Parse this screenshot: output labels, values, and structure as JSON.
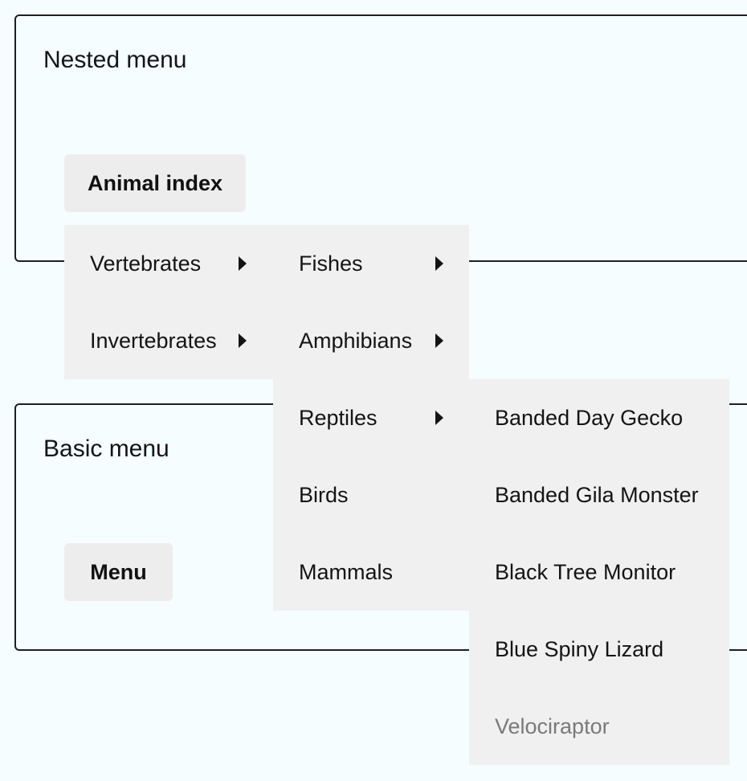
{
  "nested_section": {
    "title": "Nested menu",
    "button_label": "Animal index",
    "level1": [
      {
        "label": "Vertebrates",
        "has_submenu": true
      },
      {
        "label": "Invertebrates",
        "has_submenu": true
      }
    ],
    "level2": [
      {
        "label": "Fishes",
        "has_submenu": true
      },
      {
        "label": "Amphibians",
        "has_submenu": true
      },
      {
        "label": "Reptiles",
        "has_submenu": true
      },
      {
        "label": "Birds",
        "has_submenu": false
      },
      {
        "label": "Mammals",
        "has_submenu": false
      }
    ],
    "level3": [
      {
        "label": "Banded Day Gecko",
        "disabled": false
      },
      {
        "label": "Banded Gila Monster",
        "disabled": false
      },
      {
        "label": "Black Tree Monitor",
        "disabled": false
      },
      {
        "label": "Blue Spiny Lizard",
        "disabled": false
      },
      {
        "label": "Velociraptor",
        "disabled": true
      }
    ]
  },
  "basic_section": {
    "title": "Basic menu",
    "button_label": "Menu"
  },
  "icons": {
    "submenu_arrow": "caret-right-icon"
  },
  "colors": {
    "page_background": "#f5fdff",
    "menu_background": "#f0f0f0",
    "button_background": "#ededed",
    "disabled_text": "#7a7a7a"
  }
}
